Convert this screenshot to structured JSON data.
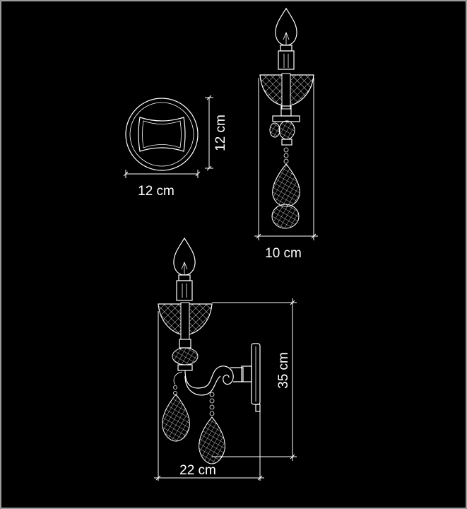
{
  "dimensions": {
    "top_view_width": "12 cm",
    "top_view_height": "12 cm",
    "side_view_width": "10 cm",
    "front_view_height": "35 cm",
    "front_view_width": "22 cm"
  },
  "colors": {
    "background": "#000000",
    "line": "#ffffff"
  }
}
